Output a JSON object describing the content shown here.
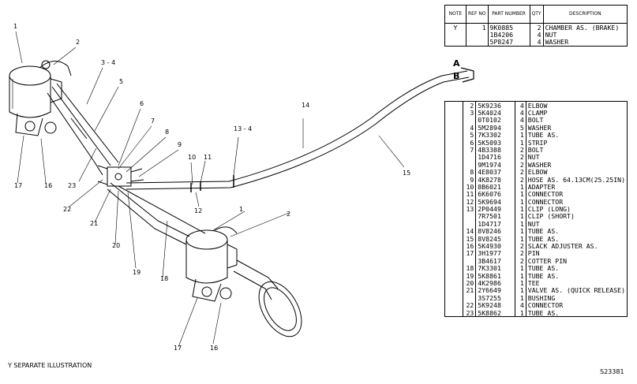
{
  "table": {
    "headers": {
      "note": "NOTE",
      "ref": "REF NO",
      "part": "PART NUMBER",
      "qty": "QTY",
      "desc": "DESCRIPTION"
    },
    "top_rows": [
      {
        "note": "Y",
        "ref": "1",
        "part": "9K0885",
        "qty": "2",
        "desc": "CHAMBER AS. (BRAKE)"
      },
      {
        "note": "",
        "ref": "",
        "part": "1B4206",
        "qty": "4",
        "desc": "NUT"
      },
      {
        "note": "",
        "ref": "",
        "part": "5P8247",
        "qty": "4",
        "desc": "WASHER"
      }
    ],
    "rows": [
      {
        "ref": "2",
        "part": "5K9236",
        "qty": "4",
        "desc": "ELBOW"
      },
      {
        "ref": "3",
        "part": "5K4024",
        "qty": "4",
        "desc": "CLAMP"
      },
      {
        "ref": "",
        "part": "0T0102",
        "qty": "4",
        "desc": "BOLT"
      },
      {
        "ref": "4",
        "part": "5M2894",
        "qty": "5",
        "desc": "WASHER"
      },
      {
        "ref": "5",
        "part": "7K3302",
        "qty": "1",
        "desc": "TUBE AS."
      },
      {
        "ref": "6",
        "part": "5K5093",
        "qty": "1",
        "desc": "STRIP"
      },
      {
        "ref": "7",
        "part": "4B3388",
        "qty": "2",
        "desc": "BOLT"
      },
      {
        "ref": "",
        "part": "1D4716",
        "qty": "2",
        "desc": "NUT"
      },
      {
        "ref": "",
        "part": "9M1974",
        "qty": "2",
        "desc": "WASHER"
      },
      {
        "ref": "8",
        "part": "4E8037",
        "qty": "2",
        "desc": "ELBOW"
      },
      {
        "ref": "9",
        "part": "4K8278",
        "qty": "2",
        "desc": "HOSE AS. 64.13CM(25.25IN)"
      },
      {
        "ref": "10",
        "part": "8B6021",
        "qty": "1",
        "desc": "ADAPTER"
      },
      {
        "ref": "11",
        "part": "6K6076",
        "qty": "1",
        "desc": "CONNECTOR"
      },
      {
        "ref": "12",
        "part": "5K9694",
        "qty": "1",
        "desc": "CONNECTOR"
      },
      {
        "ref": "13",
        "part": "2P0449",
        "qty": "1",
        "desc": "CLIP (LONG)"
      },
      {
        "ref": "",
        "part": "7R7501",
        "qty": "1",
        "desc": "CLIP (SHORT)"
      },
      {
        "ref": "",
        "part": "1D4717",
        "qty": "1",
        "desc": "NUT"
      },
      {
        "ref": "14",
        "part": "8V8246",
        "qty": "1",
        "desc": "TUBE AS."
      },
      {
        "ref": "15",
        "part": "8V8245",
        "qty": "1",
        "desc": "TUBE AS."
      },
      {
        "ref": "16",
        "part": "5K4930",
        "qty": "2",
        "desc": "SLACK ADJUSTER AS."
      },
      {
        "ref": "17",
        "part": "3H1977",
        "qty": "2",
        "desc": "PIN"
      },
      {
        "ref": "",
        "part": "3B4617",
        "qty": "2",
        "desc": "COTTER PIN"
      },
      {
        "ref": "18",
        "part": "7K3301",
        "qty": "1",
        "desc": "TUBE AS."
      },
      {
        "ref": "19",
        "part": "5K8861",
        "qty": "1",
        "desc": "TUBE AS."
      },
      {
        "ref": "20",
        "part": "4K2986",
        "qty": "1",
        "desc": "TEE"
      },
      {
        "ref": "21",
        "part": "2Y6649",
        "qty": "1",
        "desc": "VALVE AS. (QUICK RELEASE)"
      },
      {
        "ref": "",
        "part": "3S7255",
        "qty": "1",
        "desc": "BUSHING"
      },
      {
        "ref": "22",
        "part": "5K9248",
        "qty": "4",
        "desc": "CONNECTOR"
      },
      {
        "ref": "23",
        "part": "5K8862",
        "qty": "1",
        "desc": "TUBE AS."
      }
    ]
  },
  "callouts": [
    "1",
    "2",
    "3 - 4",
    "5",
    "6",
    "7",
    "8",
    "9",
    "10",
    "11",
    "12",
    "13 - 4",
    "14",
    "15",
    "16",
    "17",
    "18",
    "19",
    "20",
    "21",
    "22",
    "23",
    "1",
    "2",
    "16",
    "17"
  ],
  "port_labels": [
    "A",
    "B"
  ],
  "footnote": "Y  SEPARATE ILLUSTRATION",
  "drawing_id": "S23381"
}
